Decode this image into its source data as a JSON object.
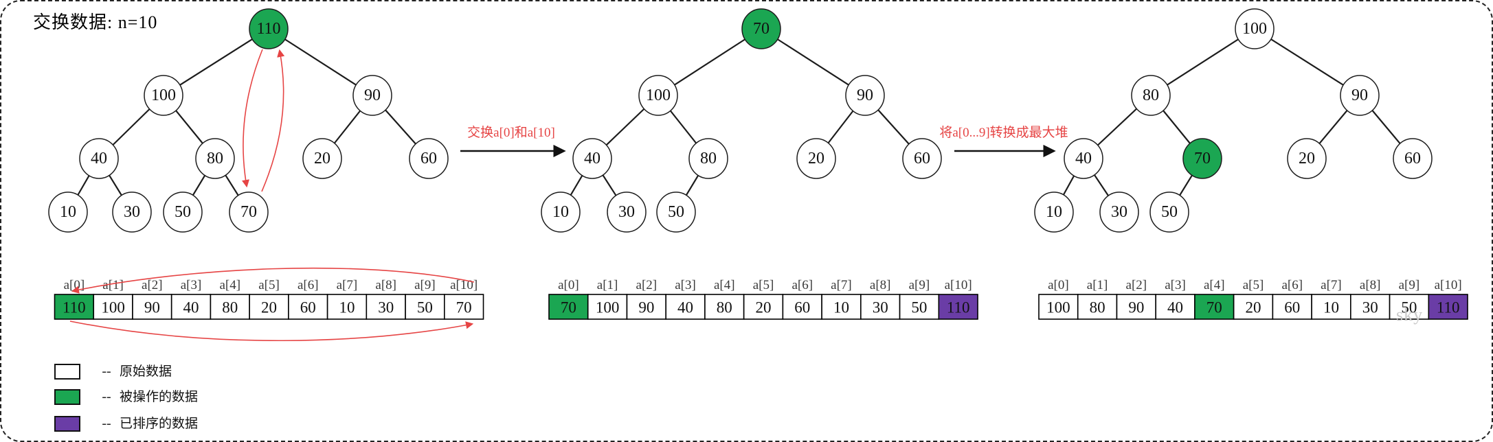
{
  "title": "交换数据: n=10",
  "colors": {
    "green": "#1ba652",
    "purple": "#6a3da6",
    "red": "#e64444",
    "white": "#ffffff",
    "line": "#1c1c1c",
    "index_label": "#3a3a3a"
  },
  "trees": [
    {
      "name": "tree-initial",
      "nodes": [
        {
          "v": 110,
          "c": "green"
        },
        {
          "v": 100
        },
        {
          "v": 90
        },
        {
          "v": 40
        },
        {
          "v": 80
        },
        {
          "v": 20
        },
        {
          "v": 60
        },
        {
          "v": 10
        },
        {
          "v": 30
        },
        {
          "v": 50
        },
        {
          "v": 70
        }
      ]
    },
    {
      "name": "tree-after-swap",
      "nodes": [
        {
          "v": 70,
          "c": "green"
        },
        {
          "v": 100
        },
        {
          "v": 90
        },
        {
          "v": 40
        },
        {
          "v": 80
        },
        {
          "v": 20
        },
        {
          "v": 60
        },
        {
          "v": 10
        },
        {
          "v": 30
        },
        {
          "v": 50
        }
      ]
    },
    {
      "name": "tree-max-heap",
      "nodes": [
        {
          "v": 100
        },
        {
          "v": 80
        },
        {
          "v": 90
        },
        {
          "v": 40
        },
        {
          "v": 70,
          "c": "green"
        },
        {
          "v": 20
        },
        {
          "v": 60
        },
        {
          "v": 10
        },
        {
          "v": 30
        },
        {
          "v": 50
        }
      ]
    }
  ],
  "transitions": [
    {
      "label": "交换a[0]和a[10]"
    },
    {
      "label": "将a[0...9]转换成最大堆"
    }
  ],
  "arrays": [
    {
      "indices": [
        "a[0]",
        "a[1]",
        "a[2]",
        "a[3]",
        "a[4]",
        "a[5]",
        "a[6]",
        "a[7]",
        "a[8]",
        "a[9]",
        "a[10]"
      ],
      "cells": [
        {
          "v": 110,
          "c": "green"
        },
        {
          "v": 100
        },
        {
          "v": 90
        },
        {
          "v": 40
        },
        {
          "v": 80
        },
        {
          "v": 20
        },
        {
          "v": 60
        },
        {
          "v": 10
        },
        {
          "v": 30
        },
        {
          "v": 50
        },
        {
          "v": 70
        }
      ]
    },
    {
      "indices": [
        "a[0]",
        "a[1]",
        "a[2]",
        "a[3]",
        "a[4]",
        "a[5]",
        "a[6]",
        "a[7]",
        "a[8]",
        "a[9]",
        "a[10]"
      ],
      "cells": [
        {
          "v": 70,
          "c": "green"
        },
        {
          "v": 100
        },
        {
          "v": 90
        },
        {
          "v": 40
        },
        {
          "v": 80
        },
        {
          "v": 20
        },
        {
          "v": 60
        },
        {
          "v": 10
        },
        {
          "v": 30
        },
        {
          "v": 50
        },
        {
          "v": 110,
          "c": "purple"
        }
      ]
    },
    {
      "indices": [
        "a[0]",
        "a[1]",
        "a[2]",
        "a[3]",
        "a[4]",
        "a[5]",
        "a[6]",
        "a[7]",
        "a[8]",
        "a[9]",
        "a[10]"
      ],
      "cells": [
        {
          "v": 100
        },
        {
          "v": 80
        },
        {
          "v": 90
        },
        {
          "v": 40
        },
        {
          "v": 70,
          "c": "green"
        },
        {
          "v": 20
        },
        {
          "v": 60
        },
        {
          "v": 10
        },
        {
          "v": 30
        },
        {
          "v": 50
        },
        {
          "v": 110,
          "c": "purple"
        }
      ]
    }
  ],
  "legend": [
    {
      "swatch": "white",
      "label": "原始数据"
    },
    {
      "swatch": "green",
      "label": "被操作的数据"
    },
    {
      "swatch": "purple",
      "label": "已排序的数据"
    }
  ],
  "legend_dash": "--",
  "watermark": "sky"
}
